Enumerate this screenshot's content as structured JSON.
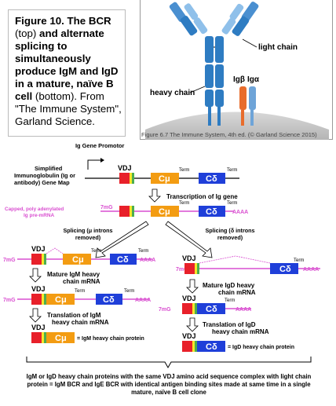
{
  "caption": {
    "figure_label": "Figure 10. The BCR",
    "part1": "(top)",
    "part2": "and alternate splicing to simultaneously produce IgM and IgD in a mature, naïve B cell",
    "part3": "(bottom).",
    "part4": "From \"The Immune System\", Garland Science."
  },
  "figure": {
    "credit": "Figure 6.7 The Immune System, 4th ed. (© Garland Science 2015)",
    "light_chain": "light chain",
    "heavy_chain": "heavy chain",
    "ig_beta": "Igβ",
    "ig_alpha": "Igα"
  },
  "diagram": {
    "promoter": "Ig Gene Promotor",
    "gene_map_label_1": "Simplified",
    "gene_map_label_2": "Immunoglobulin (Ig or",
    "gene_map_label_3": "antibody) Gene Map",
    "vdj": "VDJ",
    "cmu": "Cμ",
    "cdelta": "Cδ",
    "term": "Term",
    "transcription": "Transcription of Ig gene",
    "pre_mrna_1": "Capped, poly adenylated",
    "pre_mrna_2": "Ig pre-mRNA",
    "cap": "7mG",
    "polya": "AAAA",
    "splice_mu_1": "Splicing (μ introns",
    "splice_mu_2": "removed)",
    "splice_delta_1": "Splicing (δ introns",
    "splice_delta_2": "removed)",
    "mature_igm_1": "Mature IgM heavy",
    "mature_igm_2": "chain mRNA",
    "mature_igd_1": "Mature IgD heavy",
    "mature_igd_2": "chain mRNA",
    "transl_igm_1": "Translation of IgM",
    "transl_igm_2": "heavy chain mRNA",
    "transl_igd_1": "Translation of IgD",
    "transl_igd_2": "heavy chain mRNA",
    "igm_protein": "= IgM heavy chain protein",
    "igd_protein": "= IgD heavy chain protein"
  },
  "conclusion": "IgM or IgD heavy chain proteins with the same VDJ amino acid sequence complex with light chain protein = IgM BCR and IgE BCR with identical antigen binding sites made at same time in a single mature, naïve B cell clone",
  "colors": {
    "vdj": "#e8202a",
    "cmu": "#f39c12",
    "cdelta": "#1f3fd9",
    "rna": "#d94fd0",
    "antibody": "#2e7cc2"
  }
}
